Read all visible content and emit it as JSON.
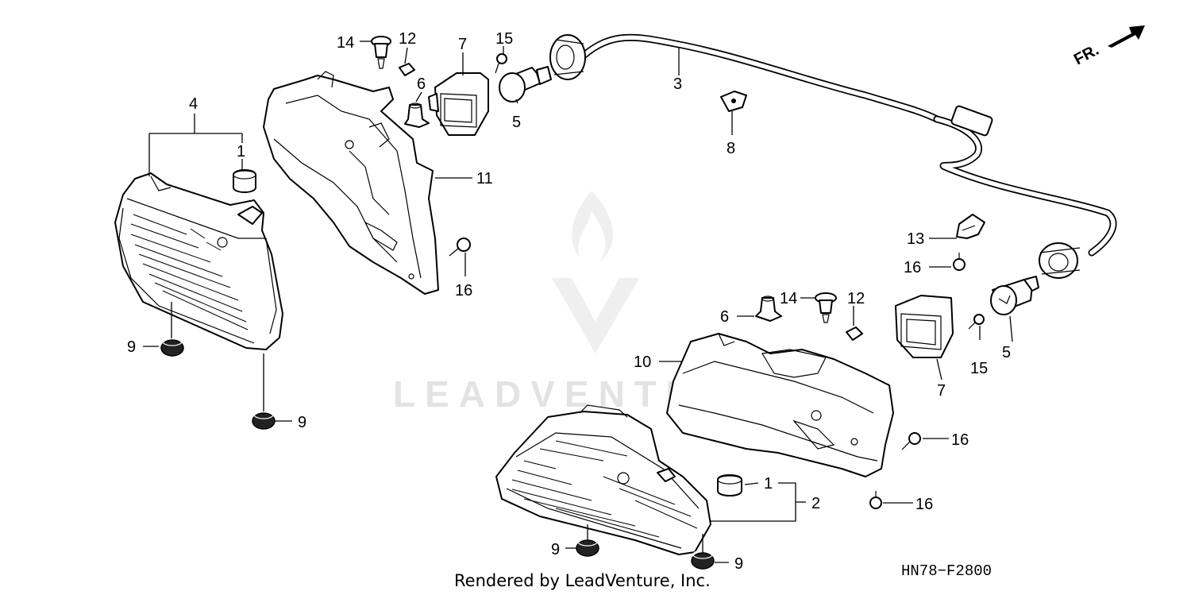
{
  "diagram": {
    "diagram_code": "HN78−F2800",
    "credit": "Rendered by LeadVenture, Inc.",
    "watermark": "LEADVENTURE",
    "direction_label": "FR.",
    "callouts": {
      "c1a": "1",
      "c1b": "1",
      "c2": "2",
      "c3": "3",
      "c4": "4",
      "c5a": "5",
      "c5b": "5",
      "c6a": "6",
      "c6b": "6",
      "c7a": "7",
      "c7b": "7",
      "c8": "8",
      "c9a": "9",
      "c9b": "9",
      "c9c": "9",
      "c9d": "9",
      "c10": "10",
      "c11": "11",
      "c12a": "12",
      "c12b": "12",
      "c13": "13",
      "c14a": "14",
      "c14b": "14",
      "c15a": "15",
      "c15b": "15",
      "c16a": "16",
      "c16b": "16",
      "c16c": "16",
      "c16d": "16"
    }
  }
}
